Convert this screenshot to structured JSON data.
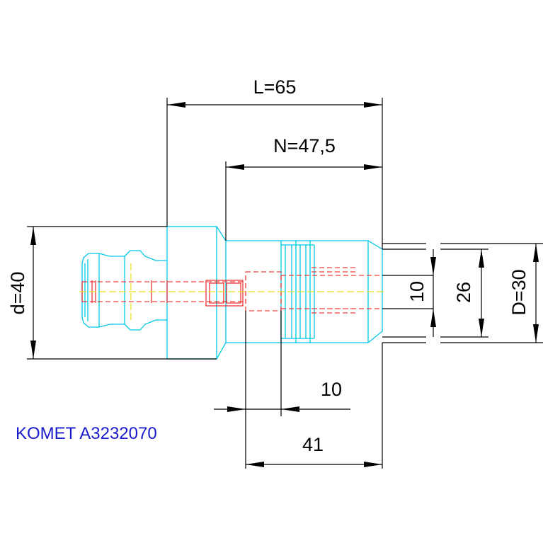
{
  "dimensions": {
    "length": "L=65",
    "n_length": "N=47,5",
    "shank_diameter": "d=40",
    "outer_diameter": "D=30",
    "diameter_26": "26",
    "diameter_10": "10",
    "offset_10": "10",
    "length_41": "41"
  },
  "brand_label": "KOMET A3232070",
  "colors": {
    "outline": "#00c8e6",
    "hidden": "#ee1111",
    "centerline": "#e8e020",
    "dimension": "#000000",
    "brand": "#1a1acc"
  }
}
